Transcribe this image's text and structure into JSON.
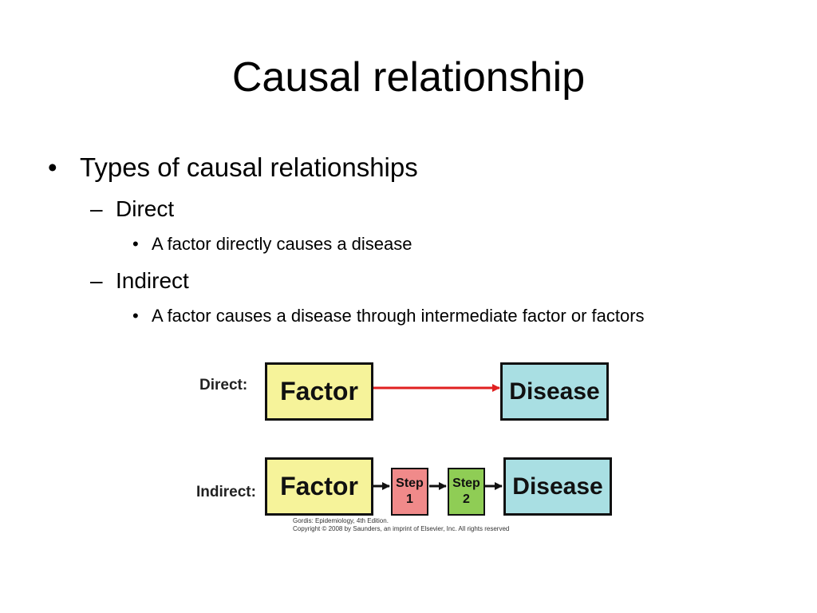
{
  "slide": {
    "title": "Causal relationship",
    "bullets": {
      "level1": {
        "marker": "•",
        "text": "Types of causal relationships"
      },
      "direct": {
        "marker": "–",
        "text": "Direct"
      },
      "direct_sub": {
        "marker": "•",
        "text": "A factor directly causes a disease"
      },
      "indirect": {
        "marker": "–",
        "text": "Indirect"
      },
      "indirect_sub": {
        "marker": "•",
        "text": "A factor causes a disease through intermediate factor or factors"
      }
    }
  },
  "diagram": {
    "direct_label": "Direct:",
    "indirect_label": "Indirect:",
    "factor": "Factor",
    "disease": "Disease",
    "step1_line1": "Step",
    "step1_line2": "1",
    "step2_line1": "Step",
    "step2_line2": "2",
    "credit_line1": "Gordis: Epidemiology, 4th Edition.",
    "credit_line2": "Copyright © 2008 by Saunders, an imprint of Elsevier, Inc. All rights reserved",
    "colors": {
      "factor": "#f6f39a",
      "disease": "#a9dfe3",
      "step1": "#f08a8a",
      "step2": "#8fcd55",
      "direct_arrow": "#e02020",
      "indirect_arrow": "#111111"
    }
  }
}
